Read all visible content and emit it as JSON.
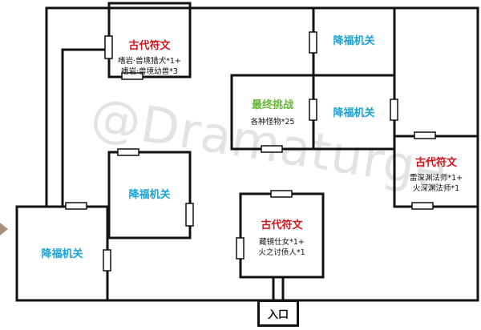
{
  "watermark": "@Dramaturge",
  "colors": {
    "wall": "#111111",
    "ancient_rune": "#d0141c",
    "blessing_trap": "#1aa3d4",
    "final_challenge": "#6ab43a",
    "arrow": "#a88f78"
  },
  "entrance": {
    "label": "入口"
  },
  "rooms": {
    "ancient_rune_top": {
      "title": "古代符文",
      "notes": [
        "嗜岩·兽境猎犬*1+",
        "嗜岩·兽境幼兽*3"
      ]
    },
    "blessing_trap_top": {
      "title": "降福机关"
    },
    "blessing_trap_middle": {
      "title": "降福机关"
    },
    "final_challenge": {
      "title": "最终挑战",
      "notes": [
        "各种怪物*25"
      ]
    },
    "ancient_rune_right": {
      "title": "古代符文",
      "notes": [
        "雷深渊法师*1+",
        "火深渊法师*1"
      ]
    },
    "blessing_trap_left": {
      "title": "降福机关"
    },
    "blessing_trap_bottom_left": {
      "title": "降福机关"
    },
    "ancient_rune_center": {
      "title": "古代符文",
      "notes": [
        "藏镜仕女*1+",
        "火之讨债人*1"
      ]
    }
  }
}
